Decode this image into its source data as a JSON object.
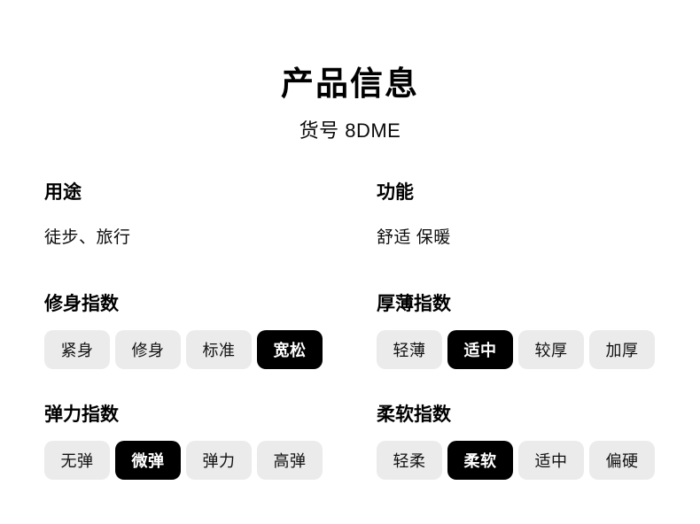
{
  "title": "产品信息",
  "subtitle": "货号 8DME",
  "info_sections": {
    "usage": {
      "heading": "用途",
      "value": "徒步、旅行"
    },
    "function": {
      "heading": "功能",
      "value": "舒适 保暖"
    }
  },
  "index_sections": [
    {
      "heading": "修身指数",
      "options": [
        "紧身",
        "修身",
        "标准",
        "宽松"
      ],
      "selected_index": 3
    },
    {
      "heading": "厚薄指数",
      "options": [
        "轻薄",
        "适中",
        "较厚",
        "加厚"
      ],
      "selected_index": 1
    },
    {
      "heading": "弹力指数",
      "options": [
        "无弹",
        "微弹",
        "弹力",
        "高弹"
      ],
      "selected_index": 1
    },
    {
      "heading": "柔软指数",
      "options": [
        "轻柔",
        "柔软",
        "适中",
        "偏硬"
      ],
      "selected_index": 1
    }
  ],
  "colors": {
    "background": "#ffffff",
    "chip_default_bg": "#ebebeb",
    "chip_selected_bg": "#000000",
    "chip_selected_text": "#ffffff",
    "text": "#000000"
  }
}
